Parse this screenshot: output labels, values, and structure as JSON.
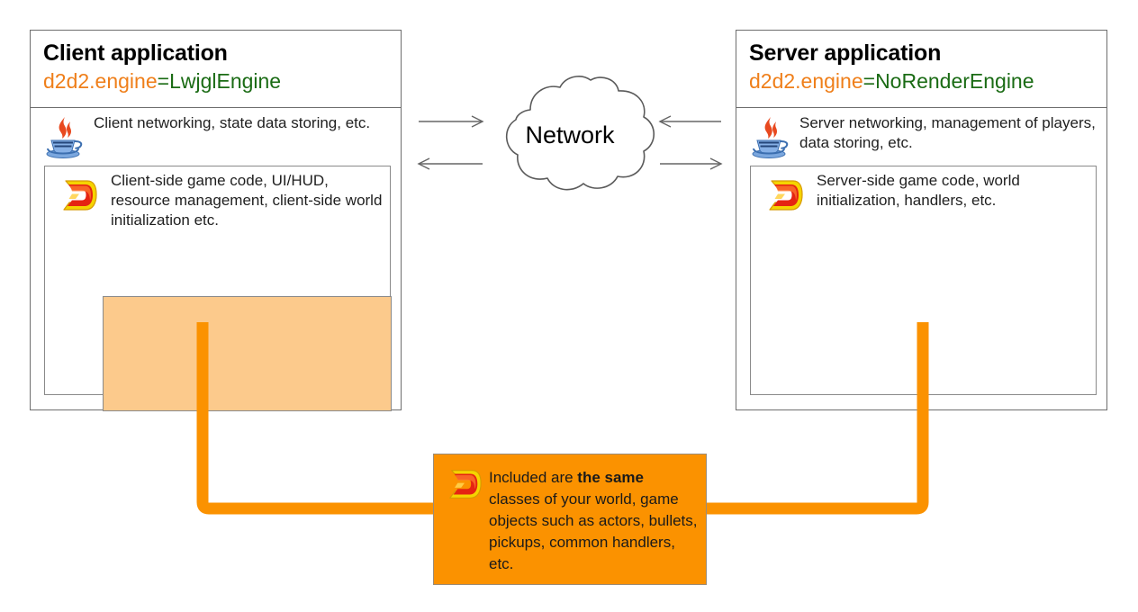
{
  "diagram": {
    "title": "D2D2 client-server architecture diagram",
    "colors": {
      "accent_orange": "#fb9200",
      "peach": "#fcca8c",
      "prop_key_orange": "#ef7f1a",
      "prop_value_green": "#1a6b14",
      "border_gray": "#6e6e6e"
    }
  },
  "client": {
    "title": "Client application",
    "property": {
      "key": "d2d2.engine",
      "eq": "=",
      "value": "LwjglEngine"
    },
    "java_layer": {
      "icon": "java-icon",
      "text": "Client networking, state data storing, etc."
    },
    "game_layer": {
      "icon": "d2d2-icon",
      "text": "Client-side game code, UI/HUD, resource management, client-side world initialization etc."
    },
    "shared_block": {
      "label": ""
    }
  },
  "server": {
    "title": "Server application",
    "property": {
      "key": "d2d2.engine",
      "eq": "=",
      "value": "NoRenderEngine"
    },
    "java_layer": {
      "icon": "java-icon",
      "text": "Server networking, management of players, data storing, etc."
    },
    "game_layer": {
      "icon": "d2d2-icon",
      "text": "Server-side game code, world initialization, handlers, etc."
    },
    "shared_block": {
      "label": ""
    }
  },
  "network": {
    "label": "Network",
    "arrows": [
      {
        "name": "client-to-network",
        "direction": "right"
      },
      {
        "name": "network-to-client",
        "direction": "left"
      },
      {
        "name": "network-to-server",
        "direction": "right"
      },
      {
        "name": "server-to-network",
        "direction": "left"
      }
    ]
  },
  "callout": {
    "icon": "d2d2-icon",
    "text_before": "Included are ",
    "text_bold": "the same",
    "text_after": " classes of your world, game objects such as actors, bullets, pickups, common handlers, etc."
  }
}
